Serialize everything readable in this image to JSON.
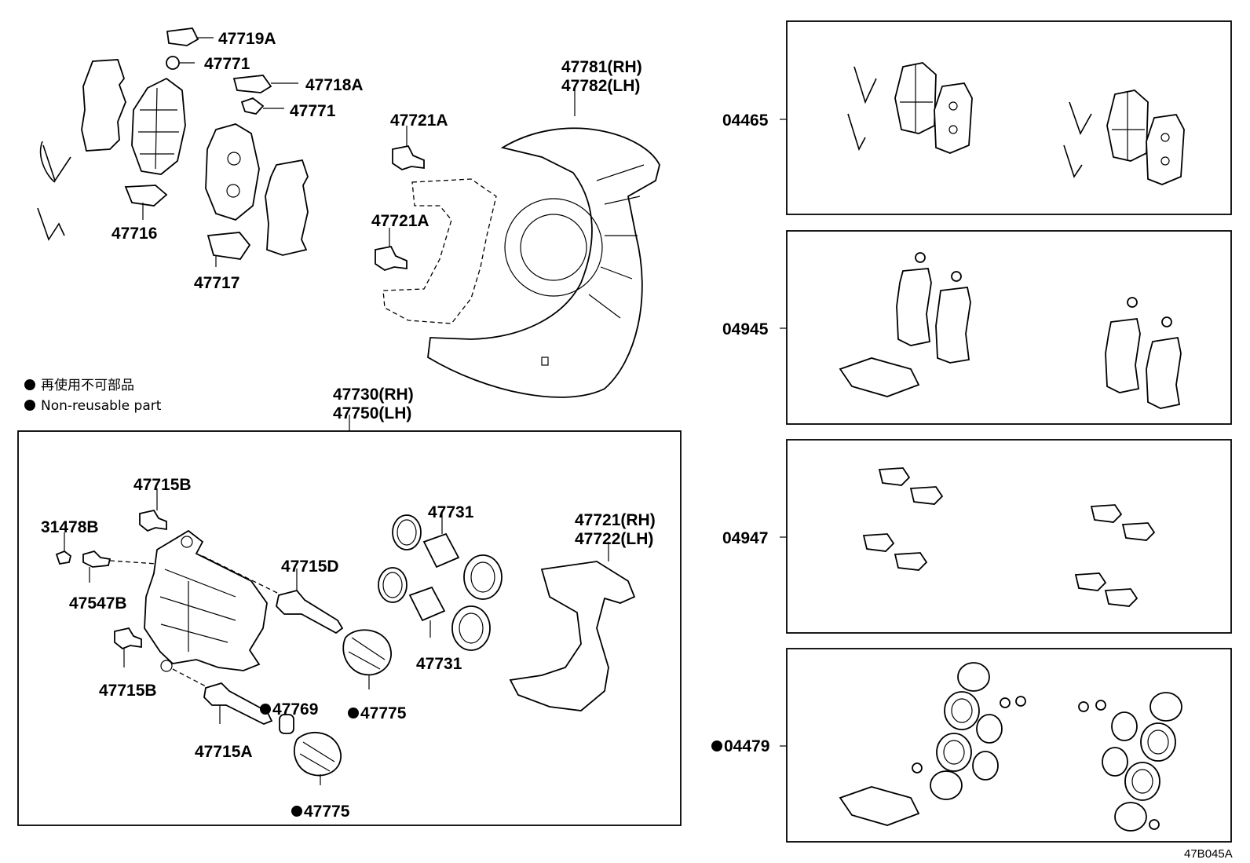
{
  "labels": {
    "p47719A": "47719A",
    "p47771a": "47771",
    "p47718A": "47718A",
    "p47771b": "47771",
    "p47716": "47716",
    "p47717": "47717",
    "p47721A_a": "47721A",
    "p47721A_b": "47721A",
    "p47781": "47781(RH)",
    "p47782": "47782(LH)",
    "p47730": "47730(RH)",
    "p47750": "47750(LH)",
    "p47715B_a": "47715B",
    "p31478B": "31478B",
    "p47547B": "47547B",
    "p47715B_b": "47715B",
    "p47715D": "47715D",
    "p47731_a": "47731",
    "p47731_b": "47731",
    "p47721": "47721(RH)",
    "p47722": "47722(LH)",
    "p47769": "47769",
    "p47775_a": "47775",
    "p47775_b": "47775",
    "p47715A": "47715A"
  },
  "legend": {
    "line1": "再使用不可部品",
    "line2": "Non-reusable part"
  },
  "kits": {
    "k04465": "04465",
    "k04945": "04945",
    "k04947": "04947",
    "k04479": "04479"
  },
  "figure_code": "47B045A"
}
